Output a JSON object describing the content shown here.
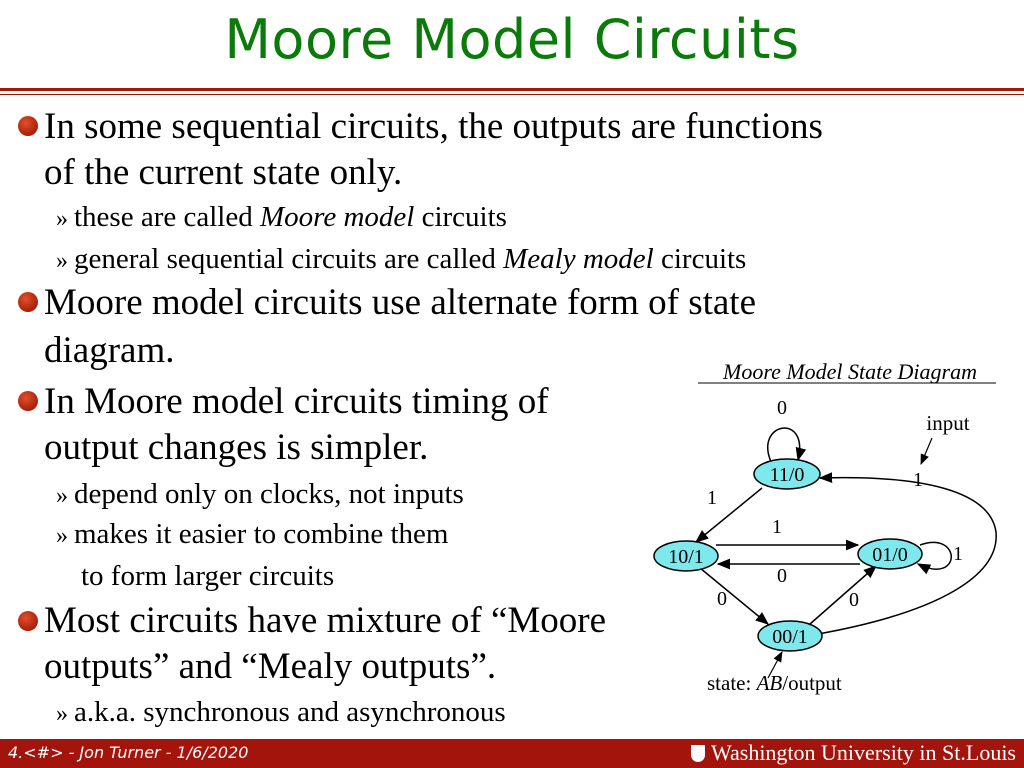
{
  "title": "Moore Model Circuits",
  "bullets": [
    {
      "lines": [
        "In some sequential circuits, the outputs are functions",
        "of the current state only."
      ]
    },
    {
      "lines": [
        "Moore model circuits use alternate form of state",
        "diagram."
      ]
    },
    {
      "lines": [
        "In Moore model circuits timing of",
        "output changes is simpler."
      ]
    },
    {
      "lines": [
        "Most circuits have mixture of “Moore",
        "outputs” and “Mealy outputs”."
      ]
    }
  ],
  "subs": {
    "s1": {
      "pre": "these are called ",
      "em": "Moore model",
      "post": " circuits"
    },
    "s2": {
      "pre": "general sequential circuits are called ",
      "em": "Mealy model",
      "post": " circuits"
    },
    "s3": "depend only on clocks, not inputs",
    "s4a": "makes it easier to combine them",
    "s4b": "to form larger circuits",
    "s5": "a.k.a. synchronous and asynchronous"
  },
  "sub_marker": "»",
  "diagram": {
    "caption": "Moore Model State Diagram",
    "states": {
      "s11": "11/0",
      "s10": "10/1",
      "s01": "01/0",
      "s00": "00/1"
    },
    "edge_labels": {
      "self11": "0",
      "e11_10": "1",
      "e10_01": "1",
      "e01_10": "0",
      "self01": "1",
      "e10_00": "0",
      "e00_01": "0",
      "e00_11": "1"
    },
    "input_note": "input",
    "state_note": {
      "pre": "state: ",
      "em": "AB",
      "post": "/output"
    },
    "state_fill": "#7fe8ec"
  },
  "footer": {
    "left": "4.<#> - Jon Turner - 1/6/2020",
    "right": "Washington University in St.Louis"
  },
  "colors": {
    "title": "#0a7a0a",
    "accent": "#a3150c"
  }
}
